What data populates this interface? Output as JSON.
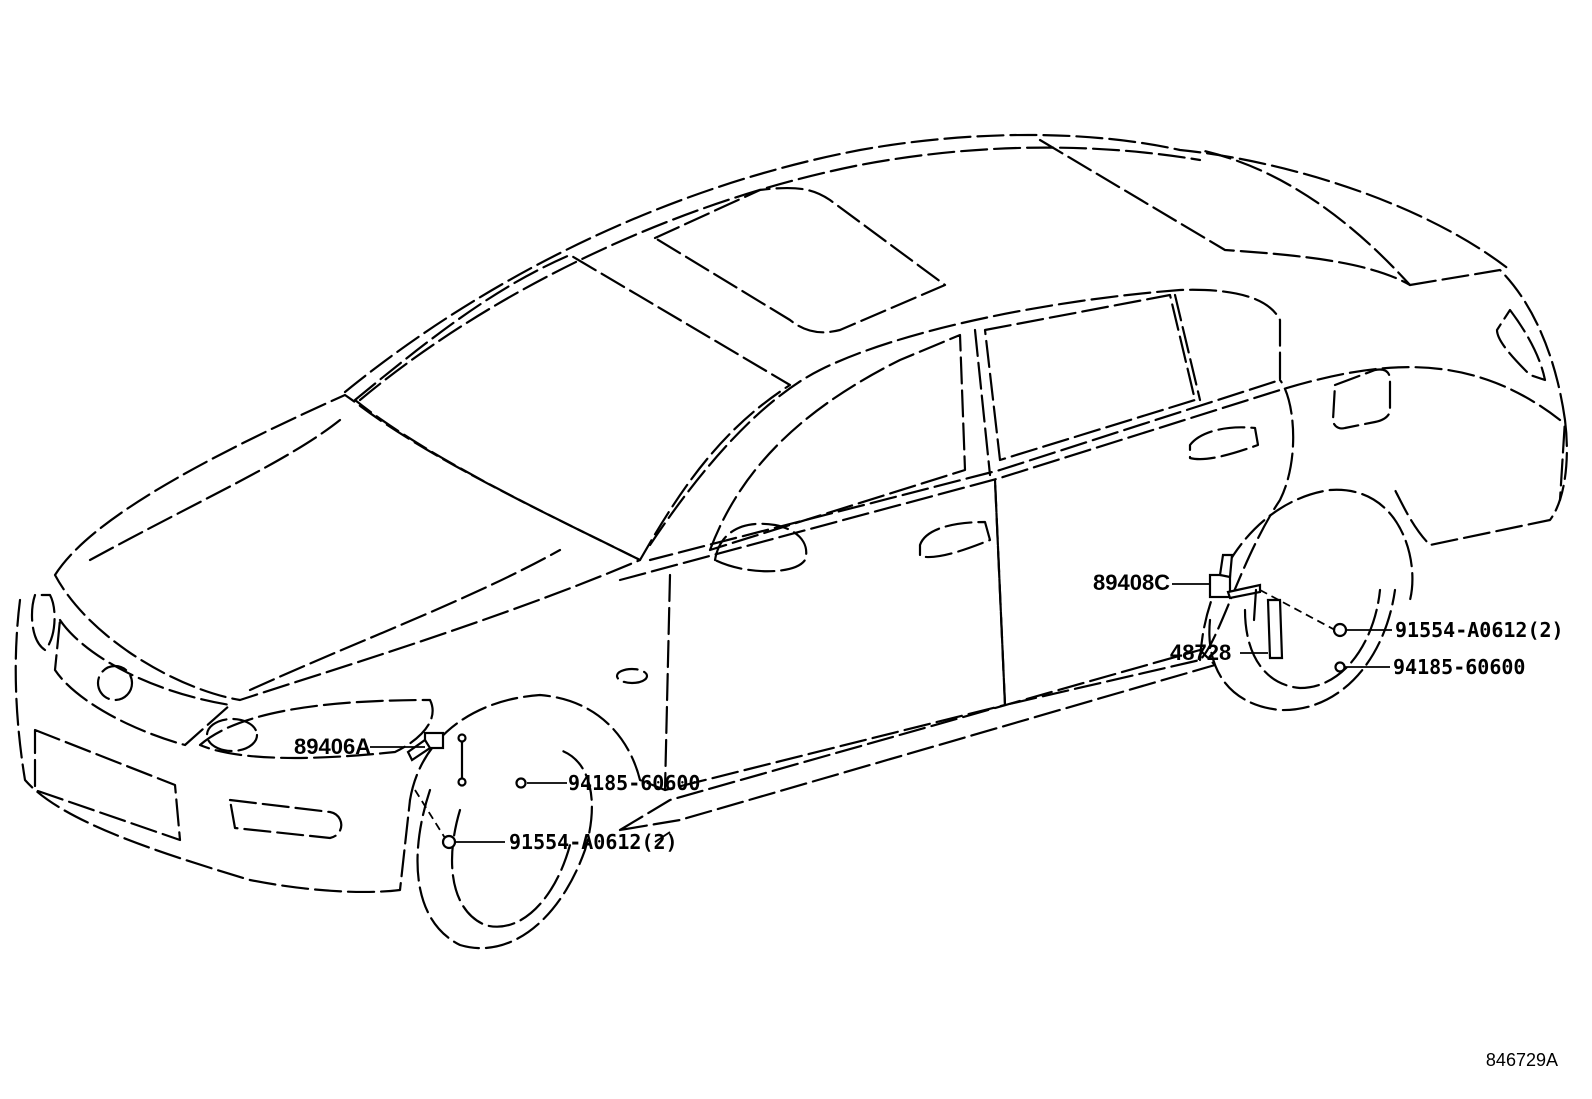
{
  "diagram": {
    "callouts": [
      {
        "id": "89406A",
        "text": "89406A"
      },
      {
        "id": "94185-60600-front",
        "text": "94185-60600"
      },
      {
        "id": "91554-A0612-front",
        "text": "91554-A0612(2)"
      },
      {
        "id": "89408C",
        "text": "89408C"
      },
      {
        "id": "48728",
        "text": "48728"
      },
      {
        "id": "91554-A0612-rear",
        "text": "91554-A0612(2)"
      },
      {
        "id": "94185-60600-rear",
        "text": "94185-60600"
      }
    ],
    "reference_code": "846729A"
  }
}
